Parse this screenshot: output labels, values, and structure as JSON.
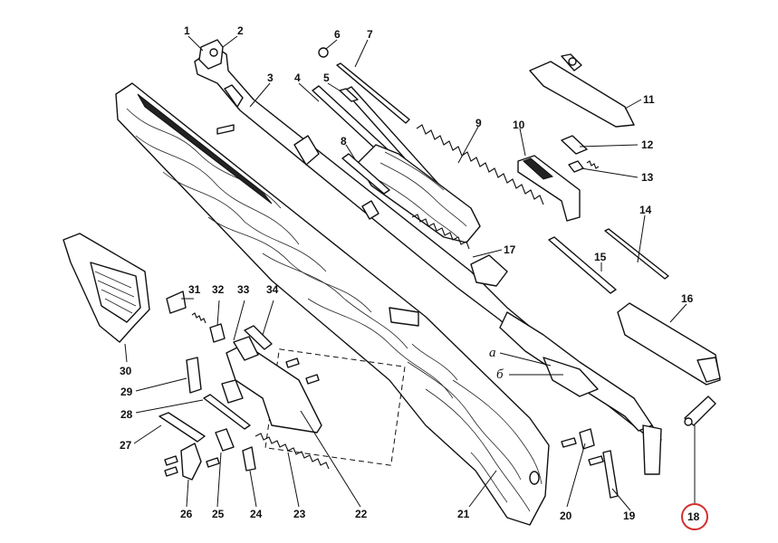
{
  "diagram": {
    "part_numbers": [
      "1",
      "2",
      "3",
      "4",
      "5",
      "6",
      "7",
      "8",
      "9",
      "10",
      "11",
      "12",
      "13",
      "14",
      "15",
      "16",
      "17",
      "18",
      "19",
      "20",
      "21",
      "22",
      "23",
      "24",
      "25",
      "26",
      "27",
      "28",
      "29",
      "30",
      "31",
      "32",
      "33",
      "34"
    ],
    "letter_labels": [
      "а",
      "б"
    ],
    "highlight": {
      "label": "18",
      "color": "#d32f2f"
    }
  }
}
